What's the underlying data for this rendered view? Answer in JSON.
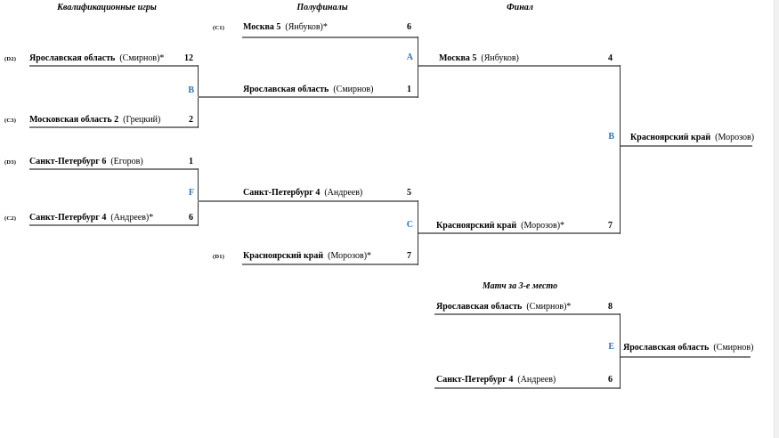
{
  "page": {
    "background": "#ffffff",
    "accent_blue": "#2e74b5",
    "line_gray": "#808080"
  },
  "headers": {
    "qualification": "Квалификационные игры",
    "semifinals": "Полуфиналы",
    "final": "Финал",
    "third_place": "Матч за 3-е место"
  },
  "bracket": {
    "qual_match_1": {
      "top": {
        "seed": "(D2)",
        "team": "Ярославская область",
        "detail": "(Смирнов)*",
        "score": "12"
      },
      "bottom": {
        "seed": "(C3)",
        "team": "Московская область 2",
        "detail": "(Грецкий)",
        "score": "2"
      },
      "connector": "B"
    },
    "qual_match_2": {
      "top": {
        "seed": "(D3)",
        "team": "Санкт-Петербург 6",
        "detail": "(Егоров)",
        "score": "1"
      },
      "bottom": {
        "seed": "(C2)",
        "team": "Санкт-Петербург 4",
        "detail": "(Андреев)*",
        "score": "6"
      },
      "connector": "F"
    },
    "semifinal_1": {
      "top": {
        "seed": "(C1)",
        "team": "Москва 5",
        "detail": "(Янбуков)*",
        "score": "6"
      },
      "bottom": {
        "team": "Ярославская область",
        "detail": "(Смирнов)",
        "score": "1"
      },
      "connector": "A"
    },
    "semifinal_2": {
      "top": {
        "team": "Санкт-Петербург 4",
        "detail": "(Андреев)",
        "score": "5"
      },
      "bottom": {
        "seed": "(D1)",
        "team": "Красноярский край",
        "detail": "(Морозов)*",
        "score": "7"
      },
      "connector": "C"
    },
    "final": {
      "top": {
        "team": "Москва 5",
        "detail": "(Янбуков)",
        "score": "4"
      },
      "bottom": {
        "team": "Красноярский край",
        "detail": "(Морозов)*",
        "score": "7"
      },
      "connector": "B",
      "winner": {
        "team": "Красноярский край",
        "detail": "(Морозов)"
      }
    },
    "third_place": {
      "top": {
        "team": "Ярославская область",
        "detail": "(Смирнов)*",
        "score": "8"
      },
      "bottom": {
        "team": "Санкт-Петербург 4",
        "detail": "(Андреев)",
        "score": "6"
      },
      "connector": "E",
      "winner": {
        "team": "Ярославская область",
        "detail": "(Смирнов)"
      }
    }
  }
}
